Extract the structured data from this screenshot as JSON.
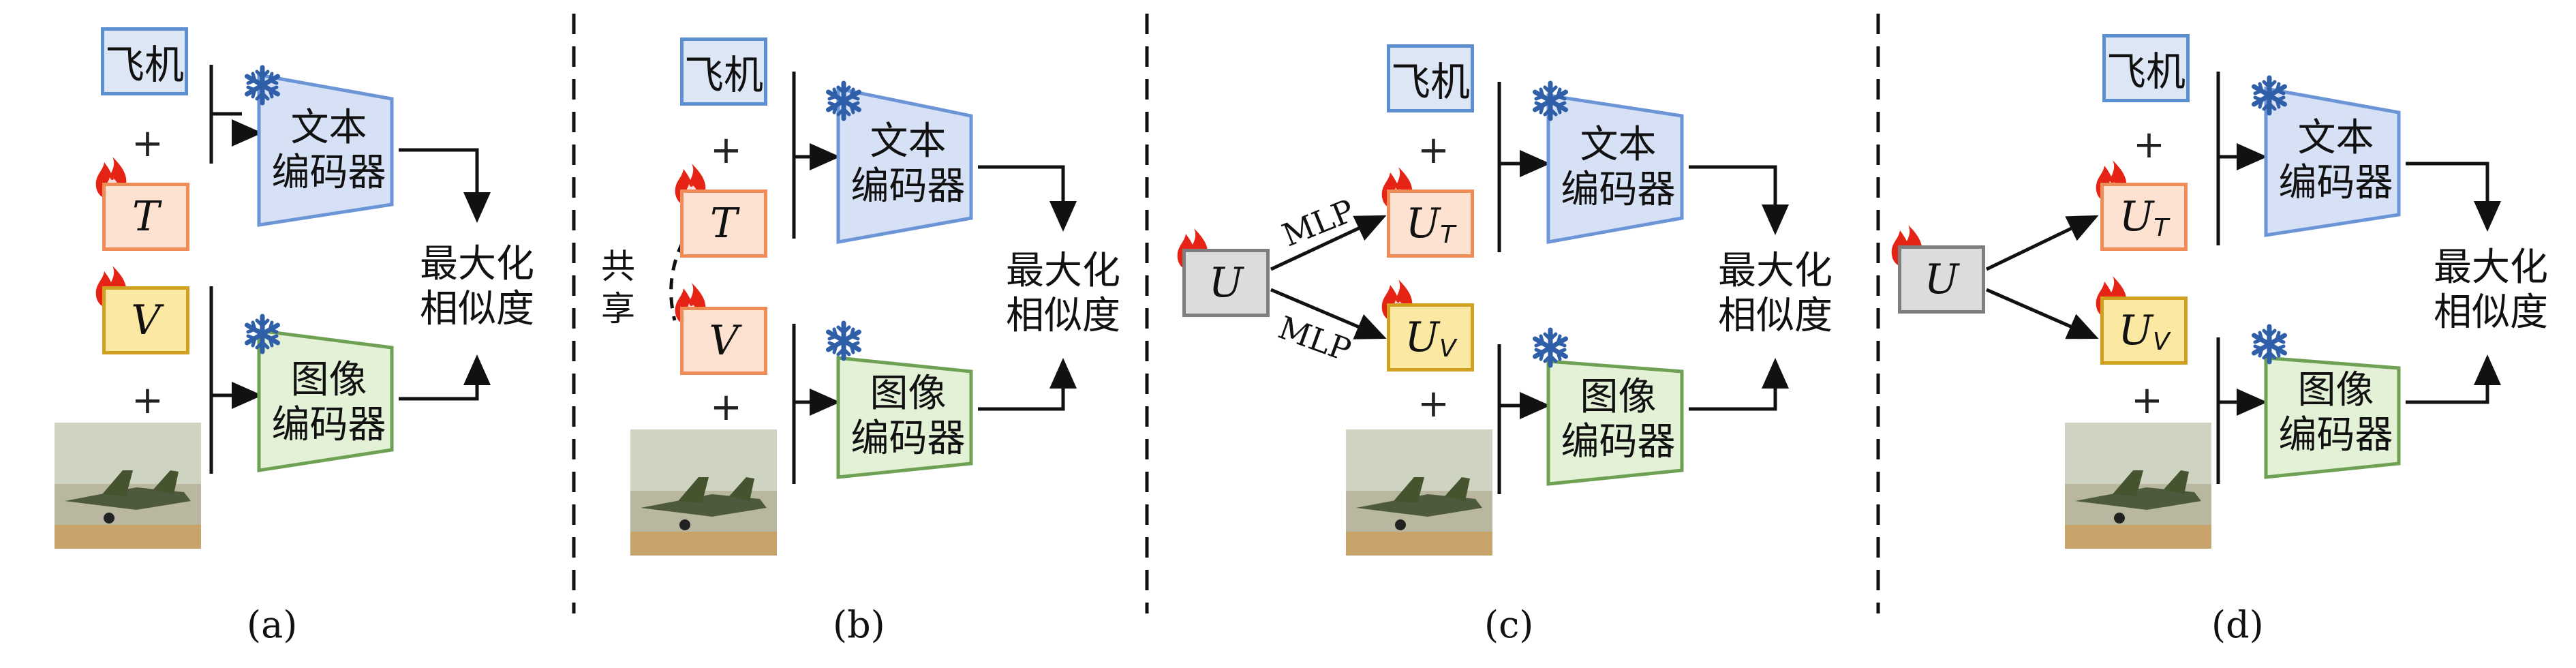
{
  "panels": [
    {
      "caption": "(a)",
      "word": "飞机",
      "text_prompt": "T",
      "visual_prompt": "V",
      "text_encoder": "文本\n编码器",
      "image_encoder": "图像\n编码器",
      "objective": "最大化\n相似度"
    },
    {
      "caption": "(b)",
      "word": "飞机",
      "text_prompt": "T",
      "visual_prompt": "V",
      "share_label": "共\n享",
      "text_encoder": "文本\n编码器",
      "image_encoder": "图像\n编码器",
      "objective": "最大化\n相似度"
    },
    {
      "caption": "(c)",
      "word": "飞机",
      "unified_prompt": "U",
      "text_prompt_base": "U",
      "text_prompt_sub": "T",
      "visual_prompt_base": "U",
      "visual_prompt_sub": "V",
      "mlp_top": "MLP",
      "mlp_bottom": "MLP",
      "text_encoder": "文本\n编码器",
      "image_encoder": "图像\n编码器",
      "objective": "最大化\n相似度"
    },
    {
      "caption": "(d)",
      "word": "飞机",
      "unified_prompt": "U",
      "text_prompt_base": "U",
      "text_prompt_sub": "T",
      "visual_prompt_base": "U",
      "visual_prompt_sub": "V",
      "text_encoder": "文本\n编码器",
      "image_encoder": "图像\n编码器",
      "objective": "最大化\n相似度"
    }
  ],
  "icons": {
    "frozen": "snowflake-icon",
    "trainable": "flame-icon"
  },
  "plus_sign": "+",
  "colors": {
    "text_encoder_fill": "#d6e1f5",
    "text_encoder_border": "#6b95d6",
    "image_encoder_fill": "#e3f1d6",
    "image_encoder_border": "#6fa155",
    "text_prompt_fill": "#fde2d2",
    "visual_prompt_fill": "#fbe9a3",
    "unified_prompt_fill": "#dcdcdc",
    "snowflake": "#2f5fa8",
    "flame": "#e52416"
  }
}
